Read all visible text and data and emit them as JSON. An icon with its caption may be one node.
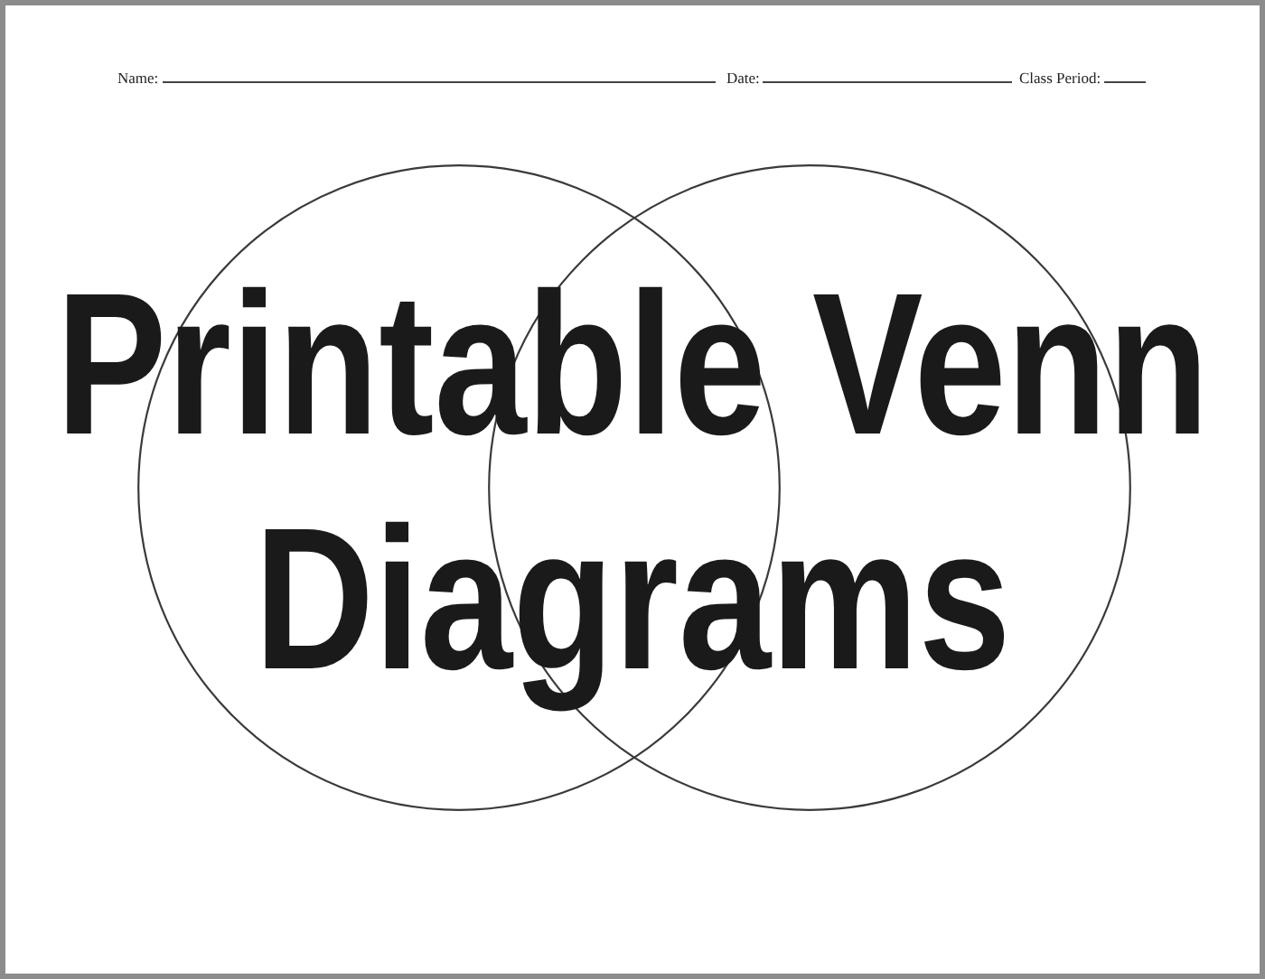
{
  "diagram": {
    "title": "Printable Venn Diagrams",
    "nodes": [
      {
        "text": [],
        "shape": "circle"
      },
      {
        "text": [],
        "shape": "circle"
      }
    ],
    "labels": [
      "Name:",
      "Date:",
      "Class Period:"
    ]
  }
}
